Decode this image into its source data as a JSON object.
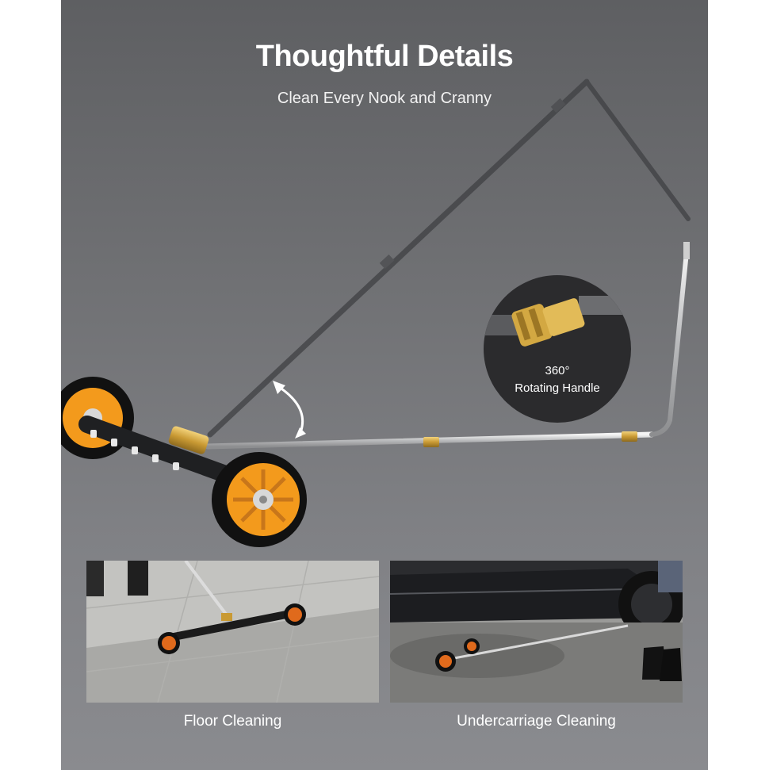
{
  "header": {
    "title": "Thoughtful Details",
    "subtitle": "Clean Every Nook and Cranny"
  },
  "badge": {
    "line1": "360°",
    "line2": "Rotating Handle"
  },
  "photos": [
    {
      "caption": "Floor Cleaning"
    },
    {
      "caption": "Undercarriage Cleaning"
    }
  ],
  "colors": {
    "background": "#6f7073",
    "wheel_orange": "#f39a1c",
    "brass": "#d3a842",
    "badge_bg": "#2b2b2d"
  },
  "icons": [
    "rotate-arrow-icon",
    "quick-connect-coupler-icon"
  ]
}
